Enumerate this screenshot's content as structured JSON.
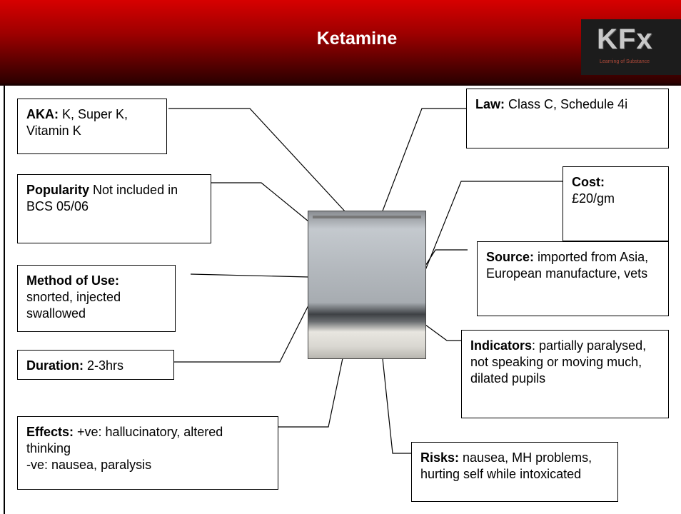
{
  "title": "Ketamine",
  "logo": {
    "word": "KFx",
    "tagline": "Learning of Substance"
  },
  "boxes": {
    "aka": {
      "label": "AKA:",
      "text": " K, Super K, Vitamin K"
    },
    "popularity": {
      "label": "Popularity",
      "text": " Not included in BCS 05/06"
    },
    "method": {
      "label": "Method of Use:",
      "text": " snorted, injected swallowed"
    },
    "duration": {
      "label": "Duration:",
      "text": " 2-3hrs"
    },
    "effects": {
      "label": "Effects:",
      "text": " +ve: hallucinatory, altered thinking",
      "line2": "-ve: nausea, paralysis"
    },
    "law": {
      "label": "Law:",
      "text": " Class C, Schedule 4i"
    },
    "cost": {
      "label": "Cost:",
      "text": "£20/gm"
    },
    "source": {
      "label": "Source:",
      "text": " imported from Asia, European manufacture, vets"
    },
    "indicators": {
      "label": "Indicators",
      "text": ":  partially paralysed, not speaking or moving much, dilated pupils"
    },
    "risks": {
      "label": "Risks:",
      "text": " nausea, MH problems, hurting self while intoxicated"
    }
  }
}
